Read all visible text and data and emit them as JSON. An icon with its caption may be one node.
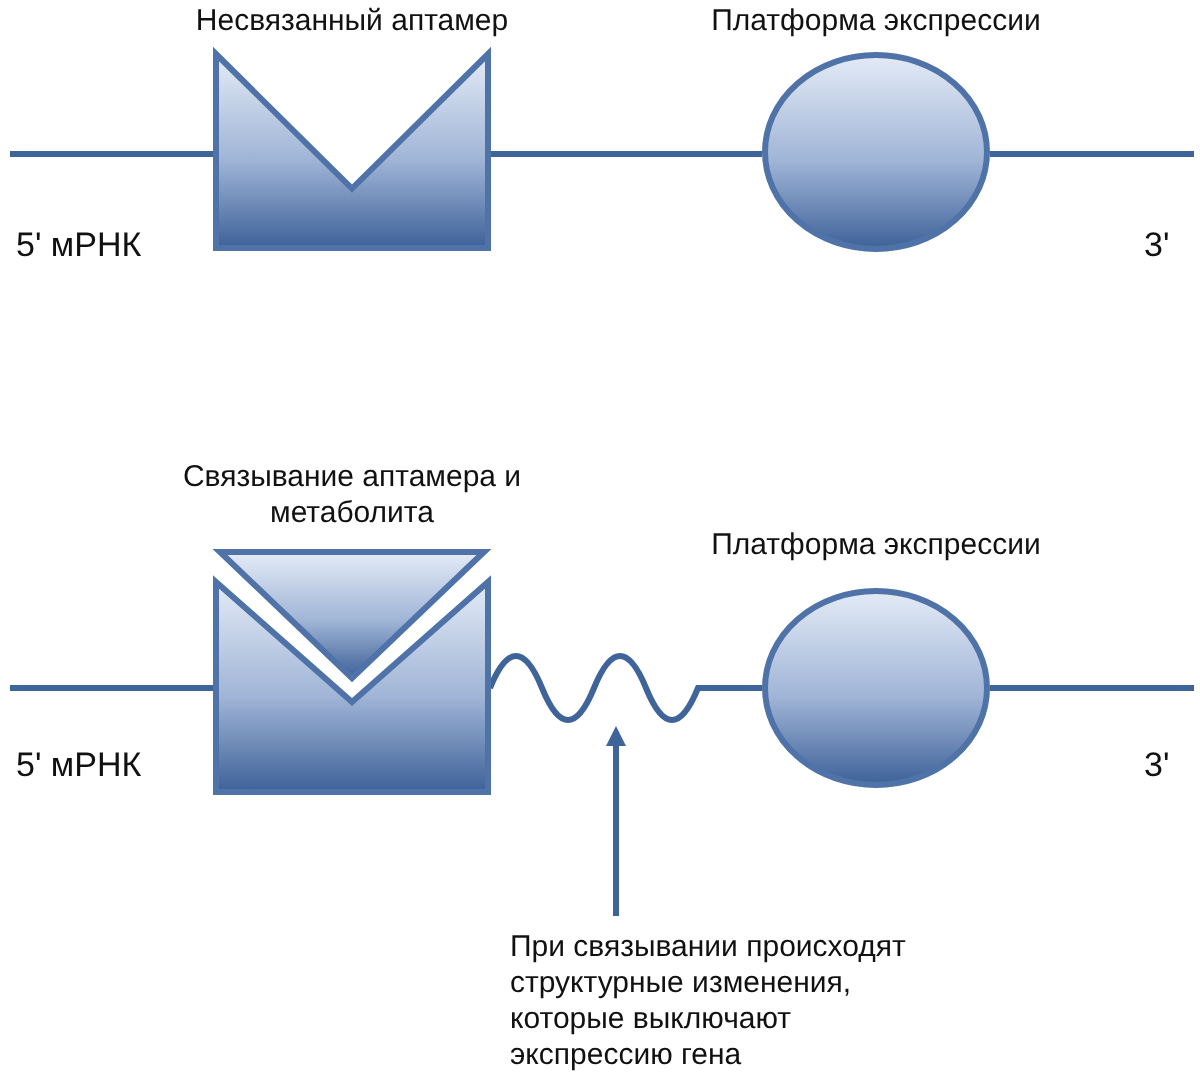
{
  "diagram": {
    "nodes": [
      {
        "text": [
          "Несвязанный аптамер"
        ]
      },
      {
        "text": [
          "Платформа экспрессии"
        ]
      },
      {
        "text": [
          "Связывание аптамера и метаболита"
        ]
      },
      {
        "text": [],
        "shape": "triangle"
      },
      {
        "text": [
          "Платформа экспрессии"
        ]
      },
      {
        "text": [
          "При связывании происходят структурные изменения, которые выключают экспрессию гена"
        ]
      }
    ],
    "edges": [
      {
        "from": null,
        "to": 0,
        "arrow": "none"
      },
      {
        "from": 0,
        "to": 1,
        "arrow": "none"
      },
      {
        "from": 1,
        "to": null,
        "arrow": "none"
      },
      {
        "from": null,
        "to": 2,
        "arrow": "none"
      },
      {
        "from": 2,
        "to": 4,
        "arrow": "none"
      },
      {
        "from": 4,
        "to": null,
        "arrow": "none"
      },
      {
        "from": 5,
        "to": null,
        "arrow": "to"
      }
    ],
    "labels": [
      "5' мРНК",
      "3'",
      "5' мРНК",
      "3'"
    ]
  }
}
